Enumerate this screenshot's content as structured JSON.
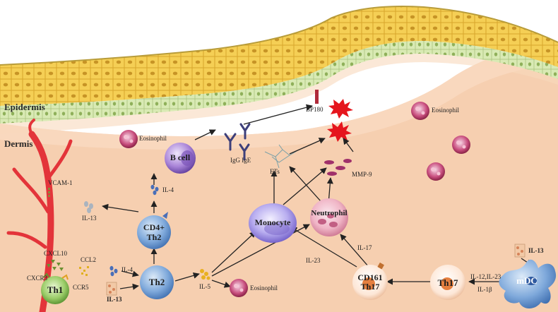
{
  "layers": {
    "epidermis": "Epidermis",
    "dermis": "Dermis"
  },
  "cells": {
    "th1": "Th1",
    "th2": "Th2",
    "cd4_th2": "CD4+\nTh2",
    "b_cell": "B cell",
    "monocyte": "Monocyte",
    "neutrophil": "Neutrophil",
    "cd161_th17": "CD161\nTh17",
    "th17": "Th17",
    "mdc": "mDC",
    "eosinophil_a": "Eosinophil",
    "eosinophil_b": "Eosinophil",
    "eosinophil_c": "Eosinophil"
  },
  "mediators": {
    "bp180": "BP180",
    "igg_ige": "IgG IgE",
    "ets": "ETs",
    "mmp9": "MMP-9",
    "vcam1": "VCAM-1",
    "il13_vessel": "IL-13",
    "il4_bcell": "IL-4",
    "cxcl10": "CXCL10",
    "ccl2": "CCL2",
    "cxcr3": "CXCR3",
    "ccr5": "CCR5",
    "il4_th2": "IL-4",
    "il13_th2": "IL-13",
    "il5": "IL-5",
    "il23": "IL-23",
    "il17": "IL-17",
    "il12_il23": "IL-12,IL-23",
    "il1b": "IL-1β",
    "il13_mdc": "IL-13"
  },
  "colors": {
    "dermis": "#f6cfb0",
    "epidermis_yellow": "#f2c84a",
    "basal_green": "#cfe3a8",
    "vessel": "#e3343a",
    "lymph_blue": "#5b8fcf",
    "monocyte_purple": "#8a7ad0",
    "neutrophil_pink": "#e9a6b8",
    "eosinophil": "#b0305a",
    "th1_green": "#7fb64a",
    "th17_orange": "#e06a20",
    "mdc_blue": "#5b8fcf",
    "damage_red": "#e5151d"
  }
}
